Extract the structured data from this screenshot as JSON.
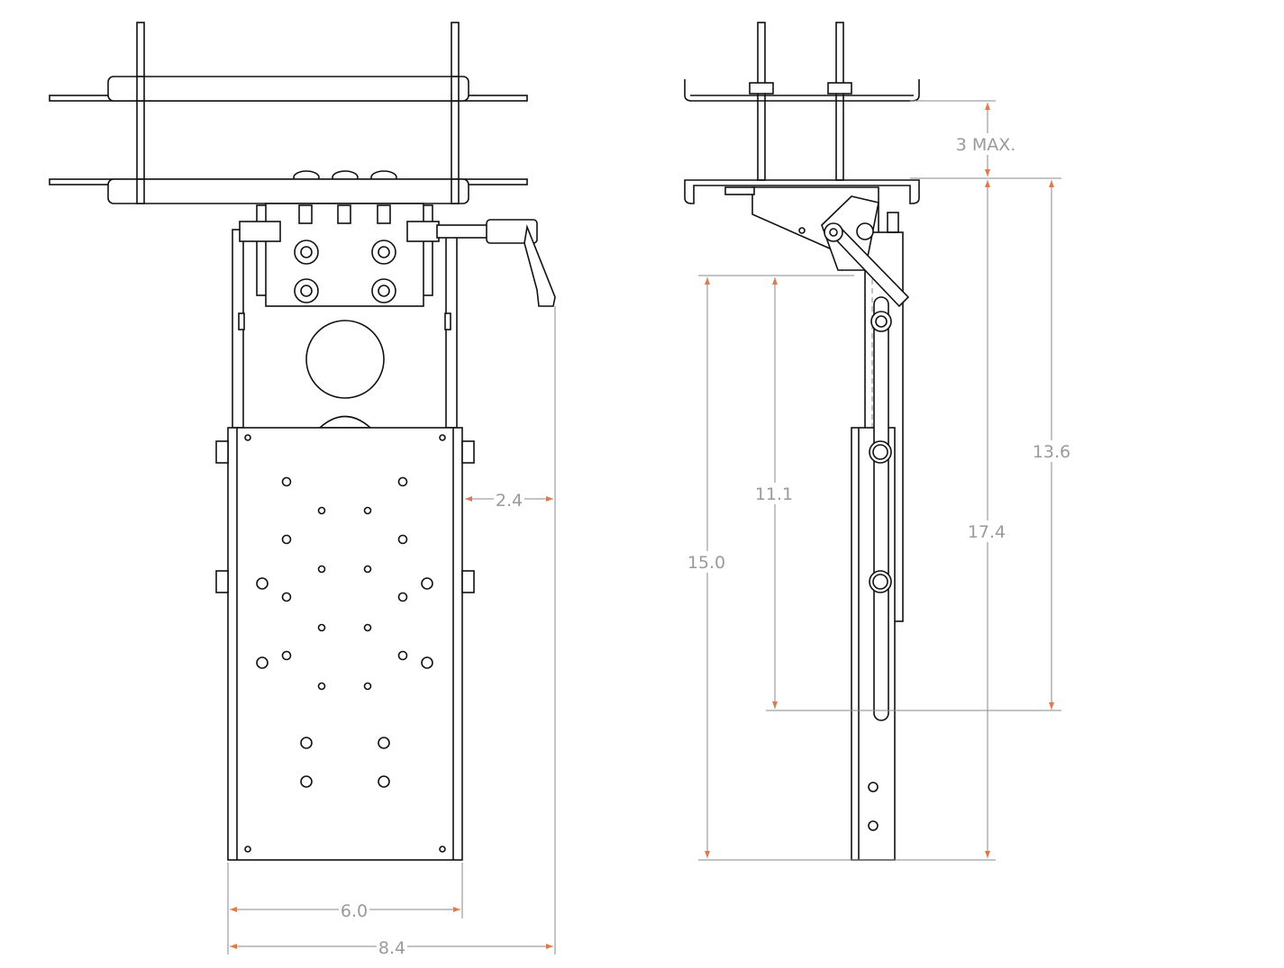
{
  "drawing": {
    "views": [
      "front-view",
      "side-view"
    ],
    "dimensions": {
      "top_gap": "3 MAX.",
      "handle_offset": "2.4",
      "plate_width": "6.0",
      "overall_width": "8.4",
      "side_short": "11.1",
      "side_long": "15.0",
      "side_mid": "13.6",
      "side_overall": "17.4"
    },
    "colors": {
      "line": "#111111",
      "dimension": "#8a8a8a",
      "arrow": "#e07a4a"
    }
  }
}
